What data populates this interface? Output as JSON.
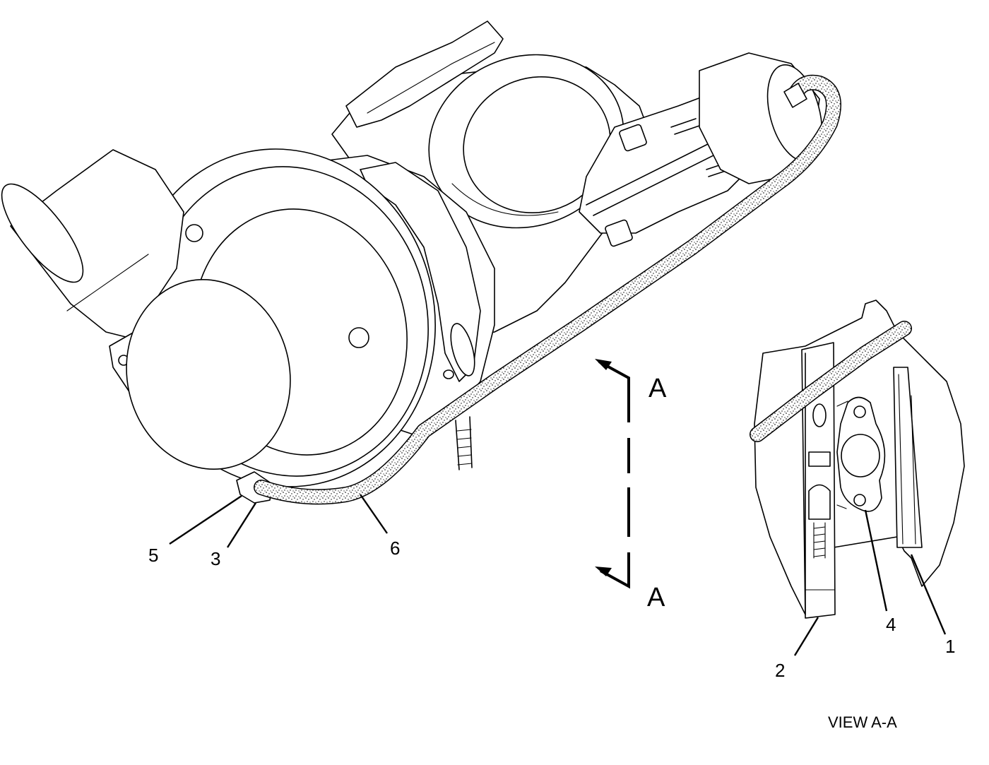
{
  "callouts": {
    "c1": "1",
    "c2": "2",
    "c3": "3",
    "c4": "4",
    "c5": "5",
    "c6": "6"
  },
  "section": {
    "top_letter": "A",
    "bottom_letter": "A"
  },
  "view_label": "VIEW A-A",
  "icons": [
    "turbocharger-drawing",
    "detail-view-drawing",
    "section-arrow-icon"
  ]
}
